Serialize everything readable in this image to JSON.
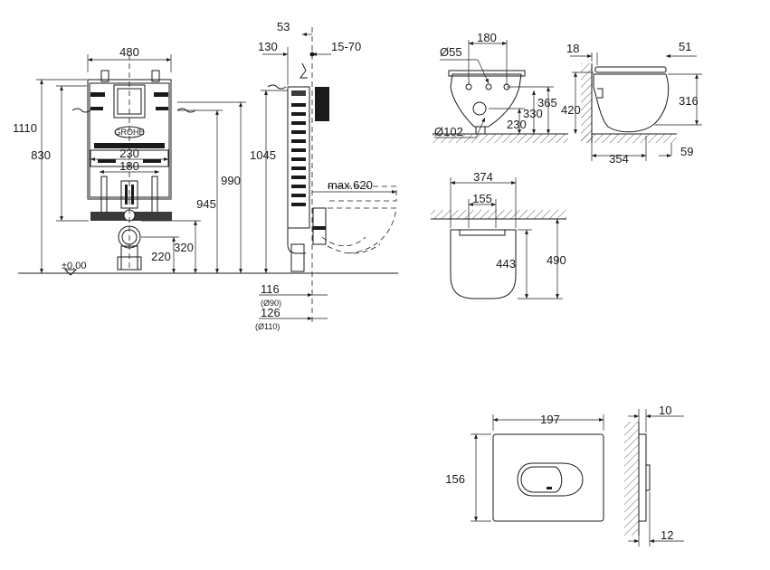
{
  "frame_view": {
    "width": "480",
    "height_1110": "1110",
    "height_830": "830",
    "spacing_230": "230",
    "spacing_180": "180",
    "height_945": "945",
    "height_990": "990",
    "height_320": "320",
    "height_220": "220",
    "floor_label": "±0.00",
    "logo": "GROHE"
  },
  "side_view": {
    "dim_53": "53",
    "dim_130": "130",
    "dim_15_70": "15-70",
    "height_1045": "1045",
    "max_620": "max.620",
    "dim_116": "116",
    "dia_90": "(Ø90)",
    "dim_126": "126",
    "dia_110": "(Ø110)"
  },
  "toilet_front": {
    "dim_180": "180",
    "dia_55": "Ø55",
    "dim_365": "365",
    "dim_330": "330",
    "dim_230": "230",
    "dia_102": "Ø102"
  },
  "toilet_side": {
    "dim_18": "18",
    "dim_51": "51",
    "height_420": "420",
    "dim_316": "316",
    "depth_354": "354",
    "dim_59": "59"
  },
  "toilet_top": {
    "width_374": "374",
    "width_155": "155",
    "length_443": "443",
    "length_490": "490"
  },
  "flush_plate": {
    "width_197": "197",
    "height_156": "156",
    "depth_10": "10",
    "depth_12": "12"
  }
}
